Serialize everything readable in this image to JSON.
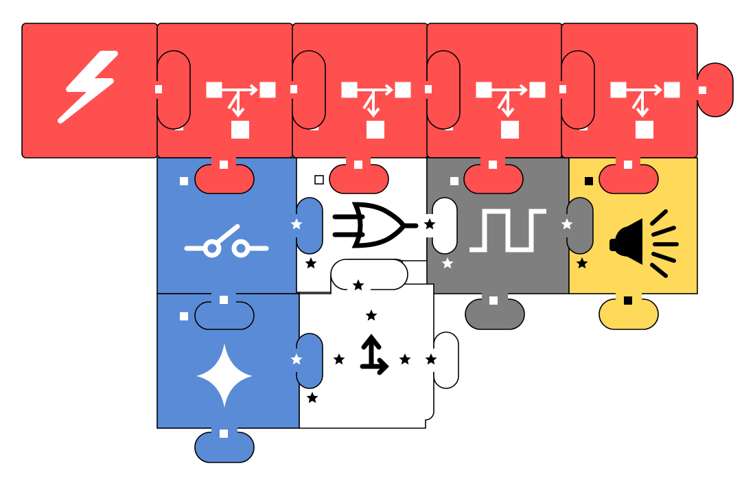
{
  "colors": {
    "power": "#FF5050",
    "input": "#5A8BD6",
    "logic": "#FFFFFF",
    "timing": "#7F7F7F",
    "output": "#FFD95A",
    "outline": "#000000",
    "glyph_light": "#FFFFFF",
    "glyph_dark": "#000000"
  },
  "blocks": [
    {
      "name": "power-source-block",
      "icon": "lightning-bolt-icon",
      "category": "power"
    },
    {
      "name": "power-splitter-block-1",
      "icon": "power-splitter-icon",
      "category": "power"
    },
    {
      "name": "power-splitter-block-2",
      "icon": "power-splitter-icon",
      "category": "power"
    },
    {
      "name": "power-splitter-block-3",
      "icon": "power-splitter-icon",
      "category": "power"
    },
    {
      "name": "power-splitter-block-4",
      "icon": "power-splitter-icon",
      "category": "power"
    },
    {
      "name": "switch-block",
      "icon": "switch-icon",
      "category": "input"
    },
    {
      "name": "or-gate-block",
      "icon": "or-gate-icon",
      "category": "logic"
    },
    {
      "name": "pulse-generator-block",
      "icon": "square-wave-icon",
      "category": "timing"
    },
    {
      "name": "buzzer-block",
      "icon": "speaker-icon",
      "category": "output"
    },
    {
      "name": "sparkle-sensor-block",
      "icon": "sparkle-icon",
      "category": "input"
    },
    {
      "name": "signal-splitter-block",
      "icon": "signal-split-icon",
      "category": "logic"
    }
  ]
}
